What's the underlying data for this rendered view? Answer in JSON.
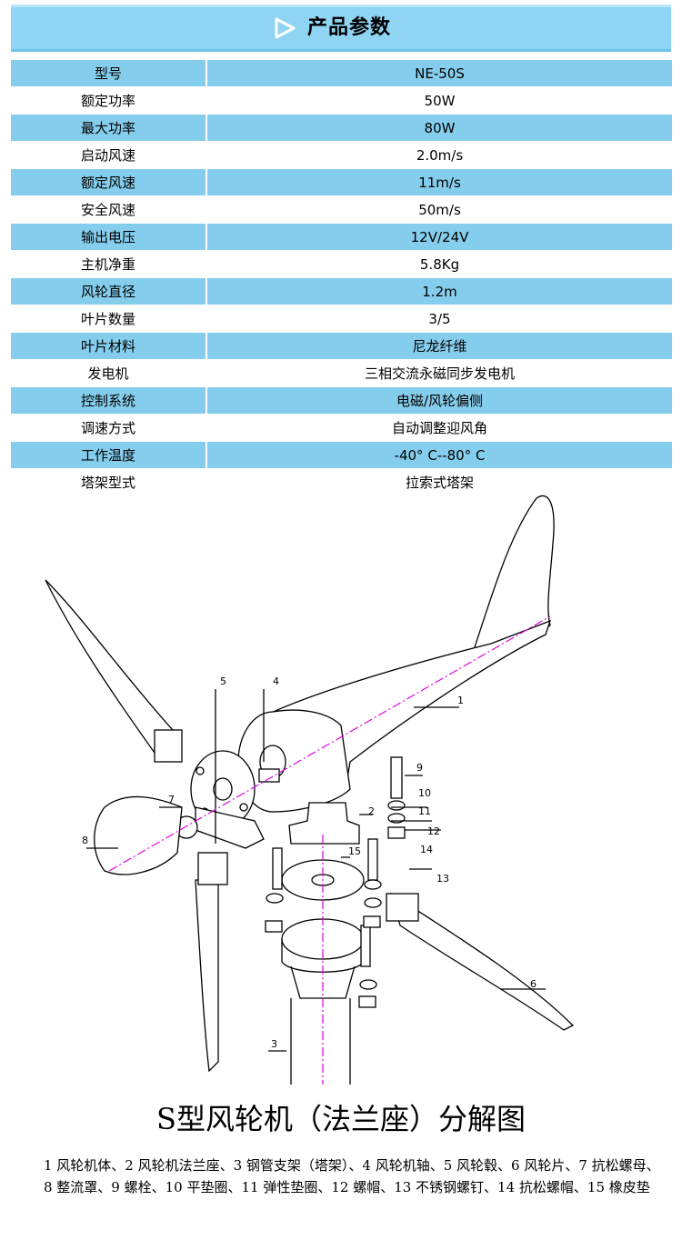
{
  "header": {
    "title": "产品参数",
    "icon": "play-triangle-icon"
  },
  "specs": [
    {
      "label": "型号",
      "value": "NE-50S"
    },
    {
      "label": "额定功率",
      "value": "50W"
    },
    {
      "label": "最大功率",
      "value": "80W"
    },
    {
      "label": "启动风速",
      "value": "2.0m/s"
    },
    {
      "label": "额定风速",
      "value": "11m/s"
    },
    {
      "label": "安全风速",
      "value": "50m/s"
    },
    {
      "label": "输出电压",
      "value": "12V/24V"
    },
    {
      "label": "主机净重",
      "value": "5.8Kg"
    },
    {
      "label": "风轮直径",
      "value": "1.2m"
    },
    {
      "label": "叶片数量",
      "value": "3/5"
    },
    {
      "label": "叶片材料",
      "value": "尼龙纤维"
    },
    {
      "label": "发电机",
      "value": "三相交流永磁同步发电机"
    },
    {
      "label": "控制系统",
      "value": "电磁/风轮偏侧"
    },
    {
      "label": "调速方式",
      "value": "自动调整迎风角"
    },
    {
      "label": "工作温度",
      "value": "-40° C--80° C"
    },
    {
      "label": "塔架型式",
      "value": "拉索式塔架"
    }
  ],
  "diagram": {
    "callouts": [
      "1",
      "2",
      "3",
      "4",
      "5",
      "6",
      "7",
      "8",
      "9",
      "10",
      "11",
      "12",
      "13",
      "14",
      "15"
    ]
  },
  "caption": "S型风轮机（法兰座）分解图",
  "legend": "1 风轮机体、2 风轮机法兰座、3 钢管支架（塔架）、4 风轮机轴、5 风轮毂、6 风轮片、7 抗松螺母、8 整流罩、9 螺栓、10 平垫圈、11 弹性垫圈、12 螺帽、13 不锈钢螺钉、14 抗松螺帽、15 橡皮垫",
  "colors": {
    "banner": "#8fd4f2",
    "row_stripe": "#85cdec",
    "axis_line": "#e000e0"
  }
}
